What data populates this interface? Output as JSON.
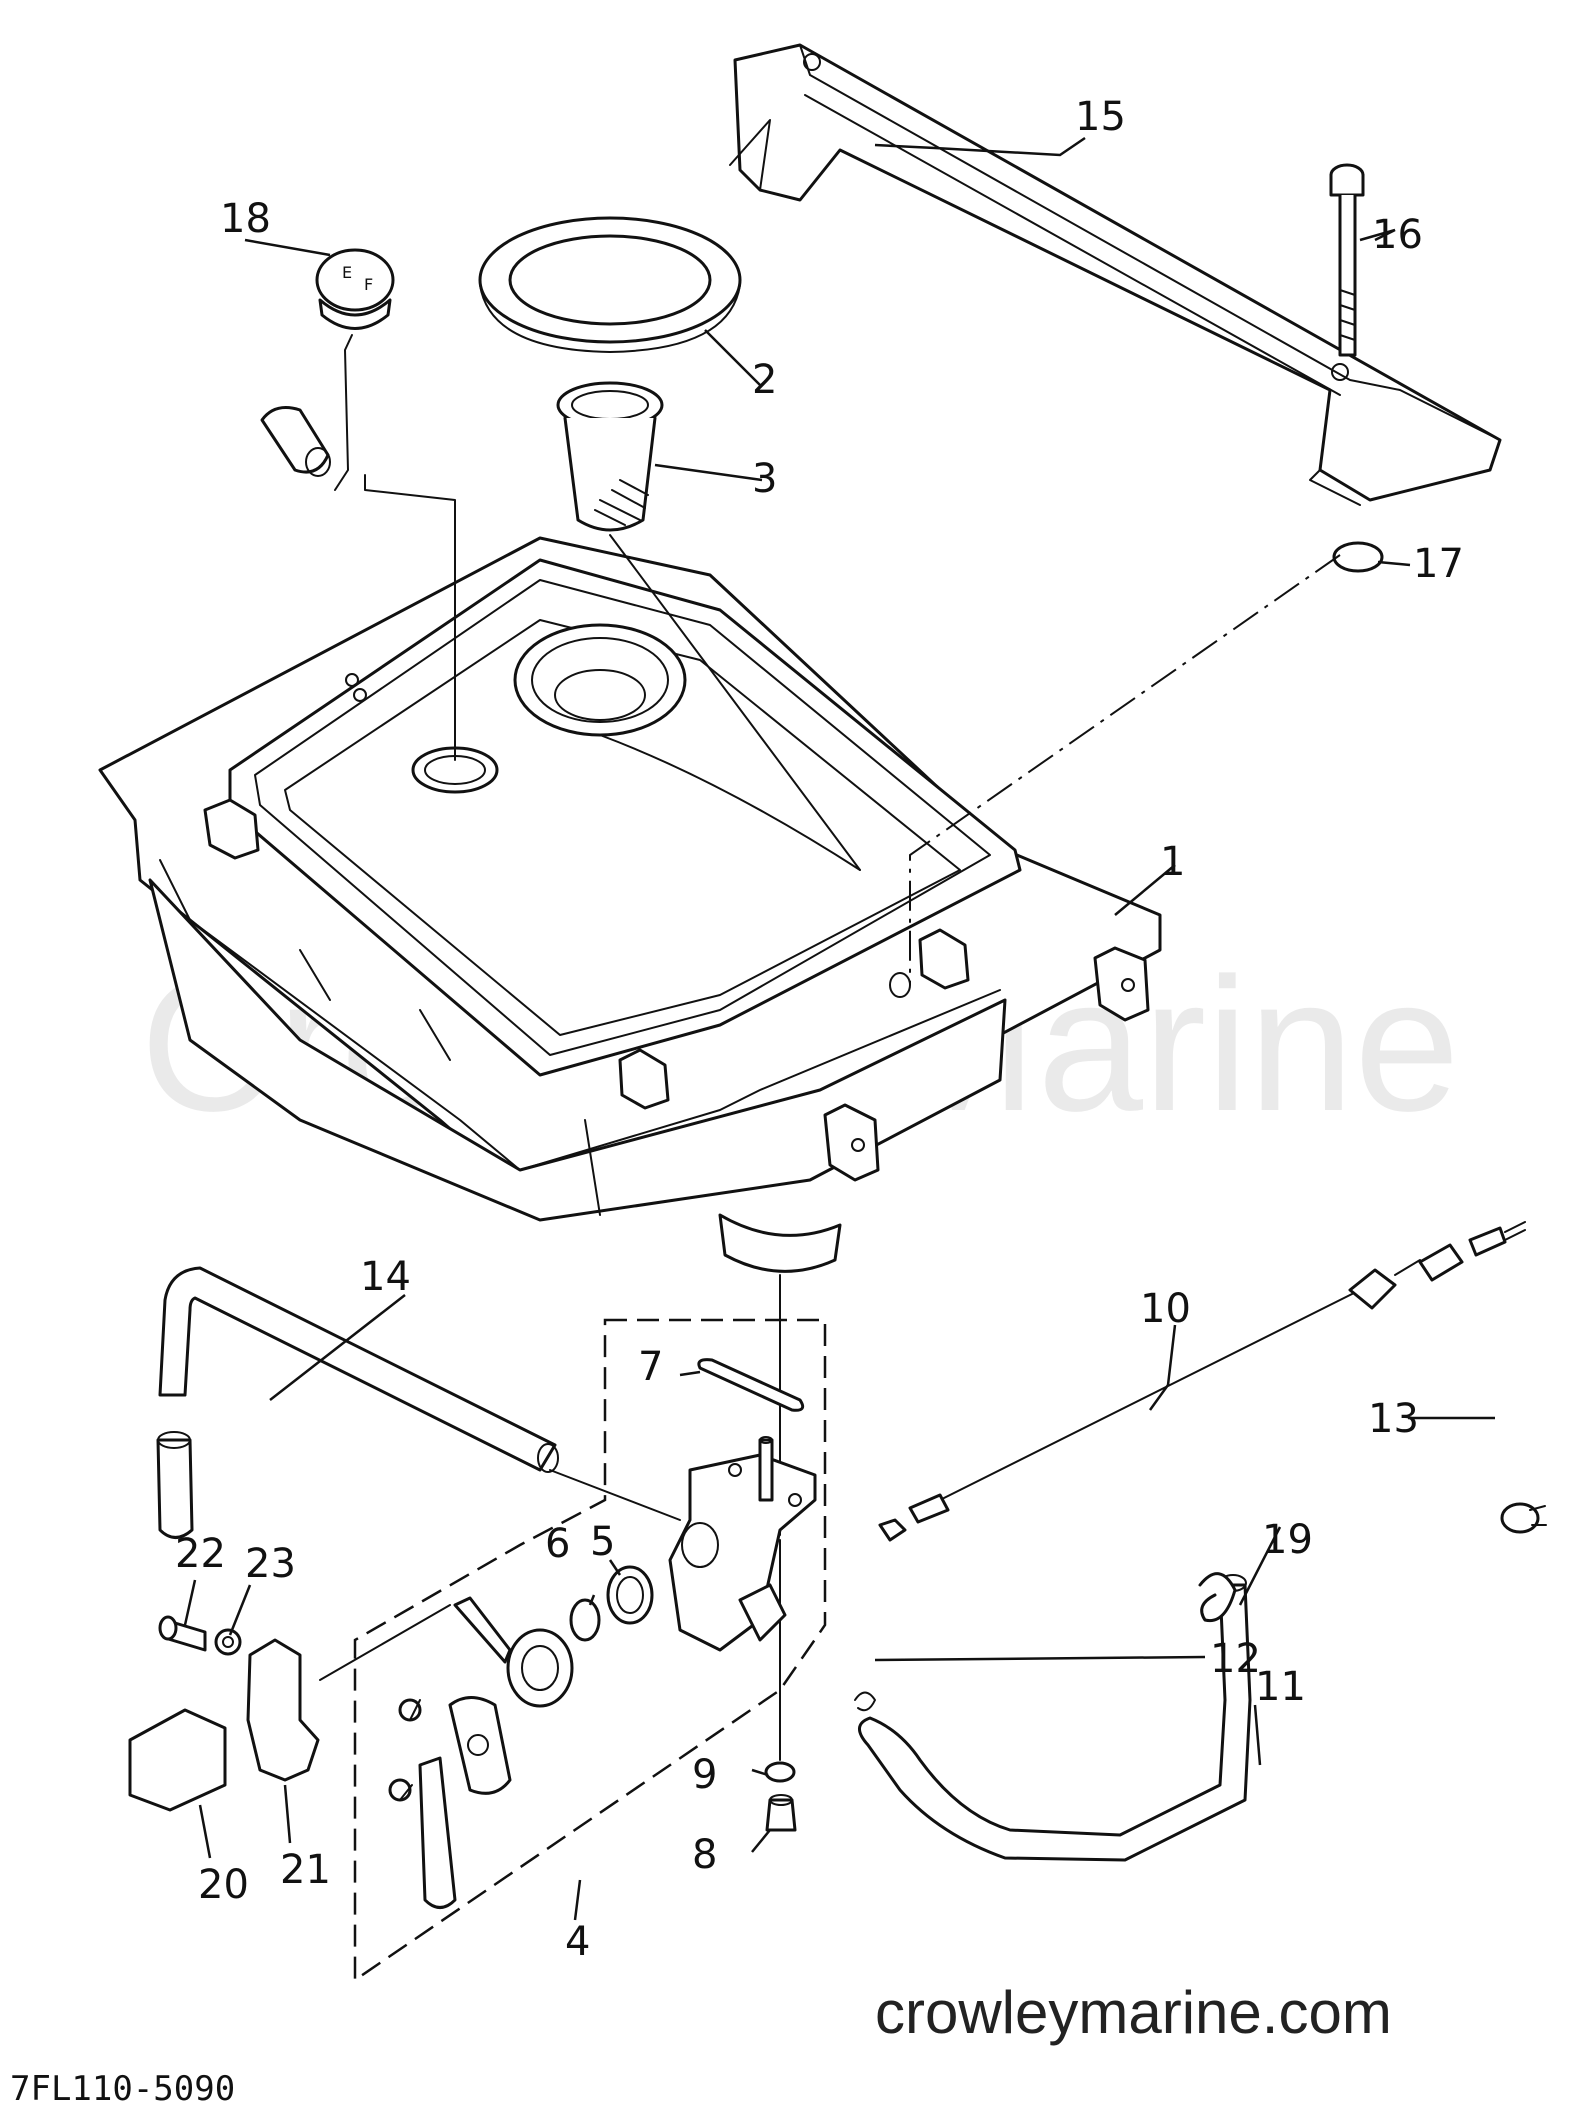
{
  "diagram": {
    "drawing_number": "7FL110-5090",
    "watermark": "Crowley Marine",
    "website": "crowleymarine.com",
    "gauge_markings": [
      "E",
      "F"
    ],
    "callouts": [
      {
        "id": "c1",
        "label": "1"
      },
      {
        "id": "c2",
        "label": "2"
      },
      {
        "id": "c3",
        "label": "3"
      },
      {
        "id": "c4",
        "label": "4"
      },
      {
        "id": "c5",
        "label": "5"
      },
      {
        "id": "c6",
        "label": "6"
      },
      {
        "id": "c7",
        "label": "7"
      },
      {
        "id": "c8",
        "label": "8"
      },
      {
        "id": "c9",
        "label": "9"
      },
      {
        "id": "c10",
        "label": "10"
      },
      {
        "id": "c11",
        "label": "11"
      },
      {
        "id": "c12",
        "label": "12"
      },
      {
        "id": "c13",
        "label": "13"
      },
      {
        "id": "c14",
        "label": "14"
      },
      {
        "id": "c15",
        "label": "15"
      },
      {
        "id": "c16",
        "label": "16"
      },
      {
        "id": "c17",
        "label": "17"
      },
      {
        "id": "c18",
        "label": "18"
      },
      {
        "id": "c19",
        "label": "19"
      },
      {
        "id": "c20",
        "label": "20"
      },
      {
        "id": "c21",
        "label": "21"
      },
      {
        "id": "c22",
        "label": "22"
      },
      {
        "id": "c23",
        "label": "23"
      }
    ]
  }
}
